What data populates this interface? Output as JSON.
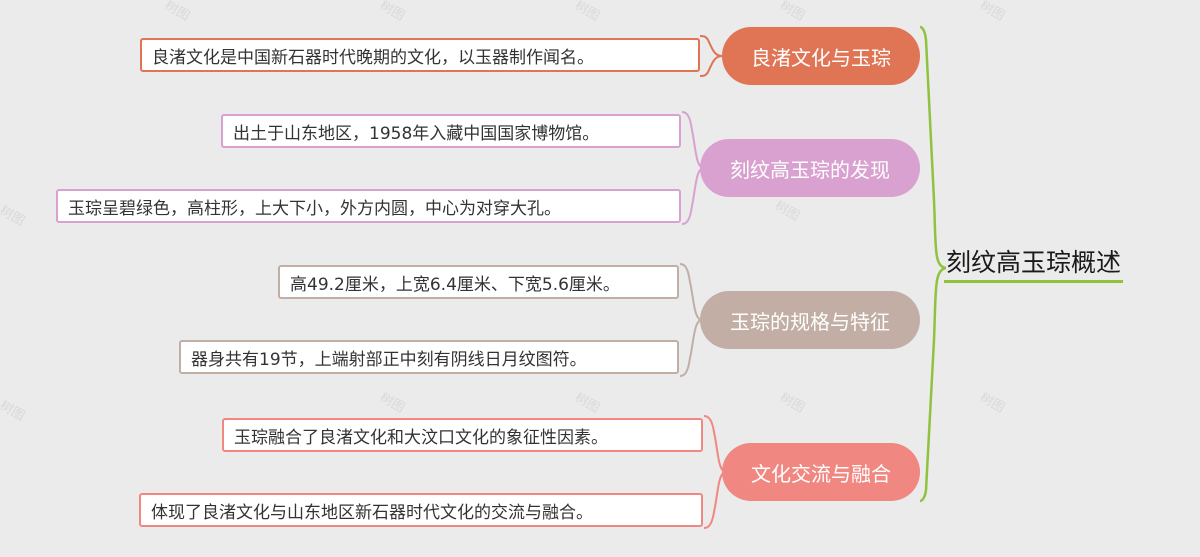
{
  "mindmap": {
    "root": {
      "label": "刻纹高玉琮概述",
      "underline_color": "#8fc23f"
    },
    "branches": [
      {
        "label": "良渚文化与玉琮",
        "color": "#e07555",
        "leaves": [
          "良渚文化是中国新石器时代晚期的文化，以玉器制作闻名。"
        ]
      },
      {
        "label": "刻纹高玉琮的发现",
        "color": "#d9a1cf",
        "leaves": [
          "出土于山东地区，1958年入藏中国国家博物馆。",
          "玉琮呈碧绿色，高柱形，上大下小，外方内圆，中心为对穿大孔。"
        ]
      },
      {
        "label": "玉琮的规格与特征",
        "color": "#c2aea4",
        "leaves": [
          "高49.2厘米，上宽6.4厘米、下宽5.6厘米。",
          "器身共有19节，上端射部正中刻有阴线日月纹图符。"
        ]
      },
      {
        "label": "文化交流与融合",
        "color": "#f08781",
        "leaves": [
          "玉琮融合了良渚文化和大汶口文化的象征性因素。",
          "体现了良渚文化与山东地区新石器时代文化的交流与融合。"
        ]
      }
    ],
    "connector_color_root": "#8fc23f",
    "watermark": "树图"
  }
}
